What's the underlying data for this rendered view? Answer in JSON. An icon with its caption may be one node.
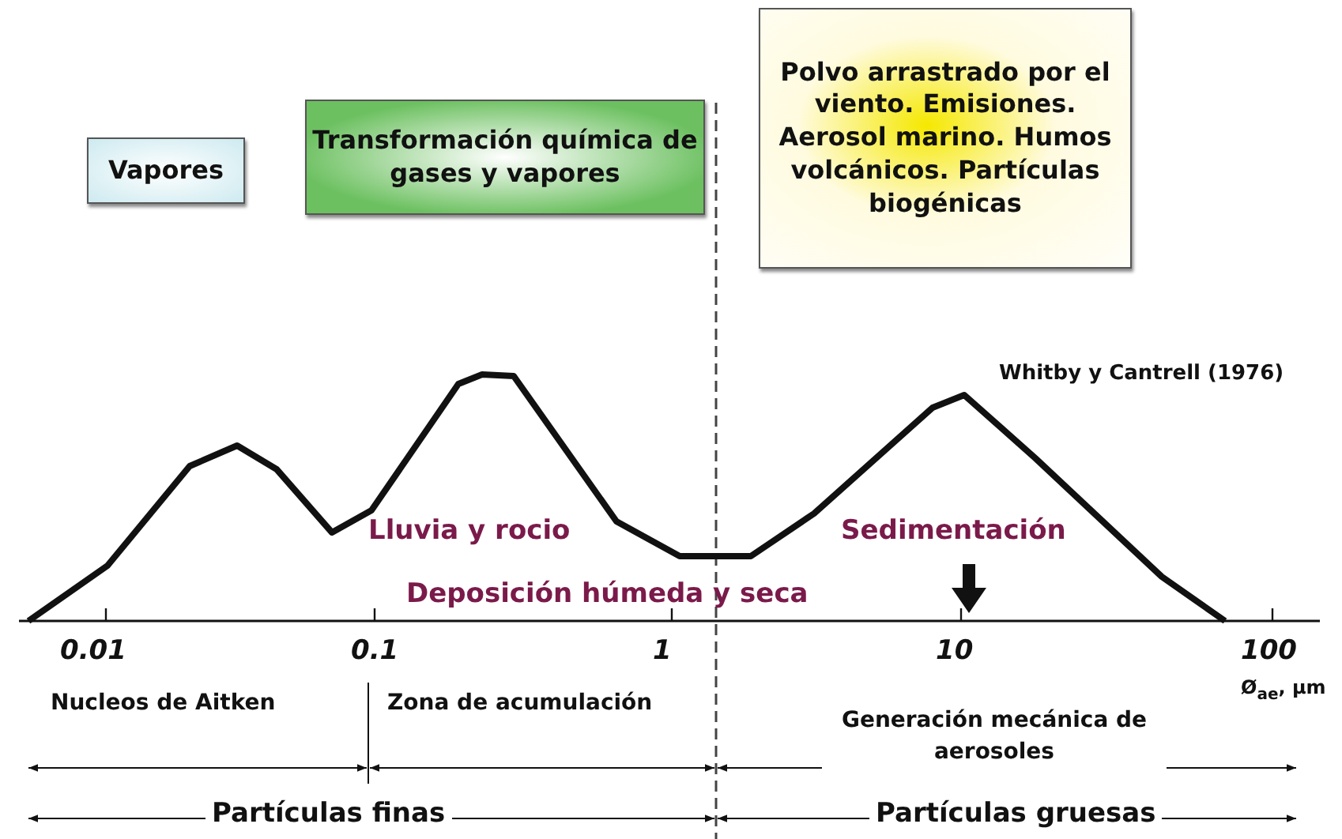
{
  "diagram": {
    "nodes": [
      {
        "text": [
          "Vapores"
        ]
      },
      {
        "text": [
          "Transformación química de gases y vapores"
        ]
      },
      {
        "text": [
          "Polvo arrastrado por el viento. Emisiones. Aerosol marino. Humos volcánicos. Partículas biogénicas"
        ]
      }
    ],
    "labels": [
      "Whitby y Cantrell (1976)",
      "Lluvia y rocio",
      "Sedimentación",
      "Deposición húmeda y seca",
      "0.01",
      "0.1",
      "1",
      "10",
      "100",
      "Ø$_{ae}$, µm",
      "Nucleos de Aitken",
      "Zona de acumulación",
      "Generación mecánica de aerosoles",
      "Partículas finas",
      "Partículas gruesas"
    ]
  }
}
